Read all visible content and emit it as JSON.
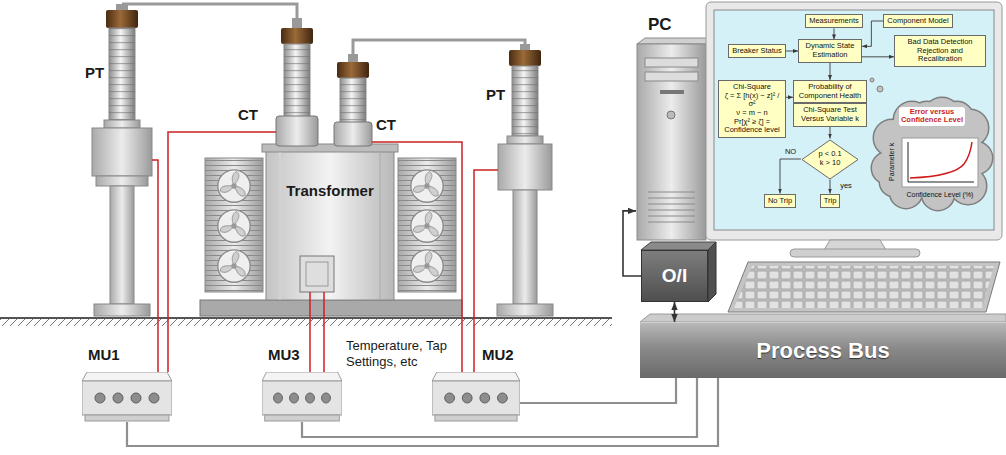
{
  "diagram": {
    "nodes": [
      {
        "text": [
          "Transformer"
        ]
      },
      {
        "text": [
          "MU1"
        ]
      },
      {
        "text": [
          "MU3"
        ]
      },
      {
        "text": [
          "MU2"
        ]
      },
      {
        "text": [
          "PC"
        ]
      },
      {
        "text": [
          "Measurements"
        ]
      },
      {
        "text": [
          "Component Model"
        ]
      },
      {
        "text": [
          "Breaker Status"
        ]
      },
      {
        "text": [
          "Dynamic State Estimation"
        ]
      },
      {
        "text": [
          "Bad Data Detection Rejection and Recalibration"
        ]
      },
      {
        "text": [
          "Chi-Square",
          "ζ = Σ [h(x) − z]² / σ²",
          "ν = m − n",
          "Pr[χ² ≥ ζ] = Confidence level"
        ]
      },
      {
        "text": [
          "Probability of Component Health"
        ]
      },
      {
        "text": [
          "Chi-Square Test Versus Variable k"
        ]
      },
      {
        "text": [
          "p < 0.1 k > 10"
        ]
      },
      {
        "text": [
          "No Trip"
        ]
      },
      {
        "text": [
          "Trip"
        ]
      },
      {
        "text": [
          "Error versus Confidence Level",
          "Parameter k",
          "Confidence Level (%)"
        ]
      },
      {
        "text": [
          "O/I"
        ]
      },
      {
        "text": [
          "Process Bus"
        ]
      }
    ],
    "edges": [
      {
        "from": 1,
        "to": 18,
        "arrow": "none"
      },
      {
        "from": 2,
        "to": 18,
        "arrow": "none"
      },
      {
        "from": 3,
        "to": 18,
        "arrow": "none"
      },
      {
        "from": 17,
        "to": 18,
        "arrow": "both"
      },
      {
        "from": 17,
        "to": 4,
        "arrow": "to"
      },
      {
        "from": 5,
        "to": 8,
        "arrow": "to"
      },
      {
        "from": 6,
        "to": 8,
        "arrow": "to"
      },
      {
        "from": 7,
        "to": 8,
        "arrow": "to"
      },
      {
        "from": 8,
        "to": 9,
        "arrow": "to"
      },
      {
        "from": 8,
        "to": 11,
        "arrow": "to"
      },
      {
        "from": 10,
        "to": 11,
        "arrow": "to"
      },
      {
        "from": 12,
        "to": 13,
        "arrow": "to"
      },
      {
        "from": 13,
        "to": 14,
        "arrow": "to",
        "label": "NO"
      },
      {
        "from": 13,
        "to": 15,
        "arrow": "to",
        "label": "yes"
      }
    ],
    "labels": [
      "PT",
      "CT",
      "CT",
      "PT",
      "Temperature, Tap Settings, etc"
    ]
  }
}
